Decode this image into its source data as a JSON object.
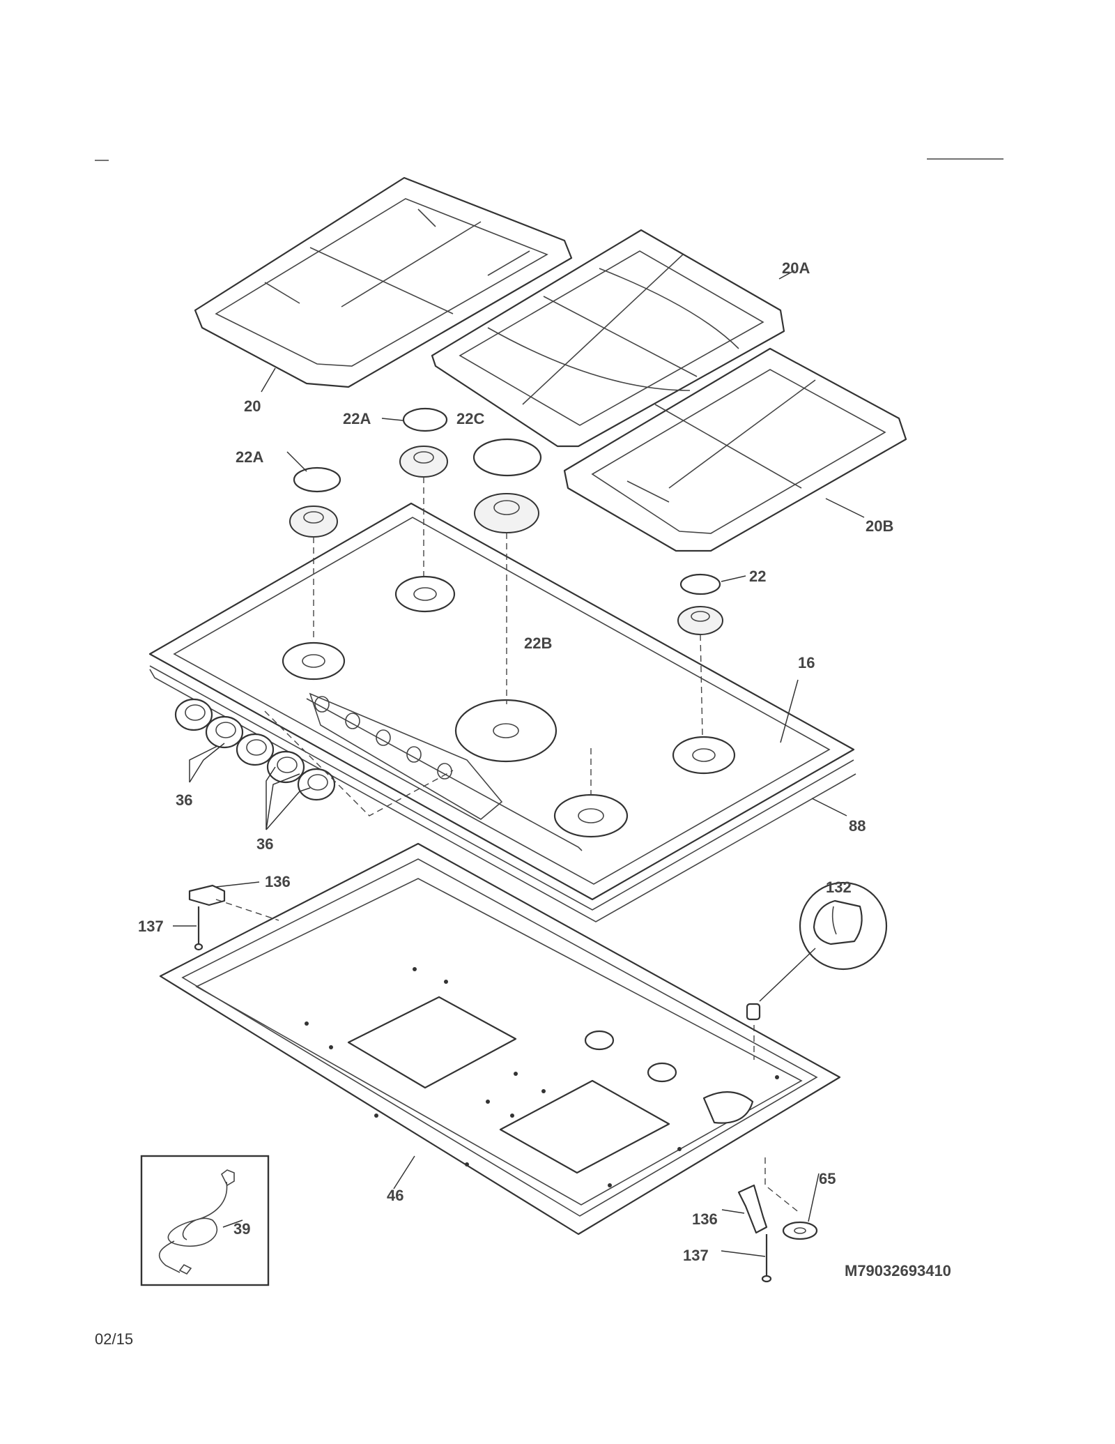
{
  "callouts": {
    "c20": "20",
    "c20a": "20A",
    "c20b": "20B",
    "c22a_left": "22A",
    "c22a_top": "22A",
    "c22c": "22C",
    "c22": "22",
    "c22b": "22B",
    "c16": "16",
    "c88": "88",
    "c36_top": "36",
    "c36_bottom": "36",
    "c136_top": "136",
    "c137_top": "137",
    "c132": "132",
    "c46": "46",
    "c39": "39",
    "c65": "65",
    "c136_bottom": "136",
    "c137_bottom": "137"
  },
  "model_number": "M79032693410",
  "page_date": "02/15"
}
